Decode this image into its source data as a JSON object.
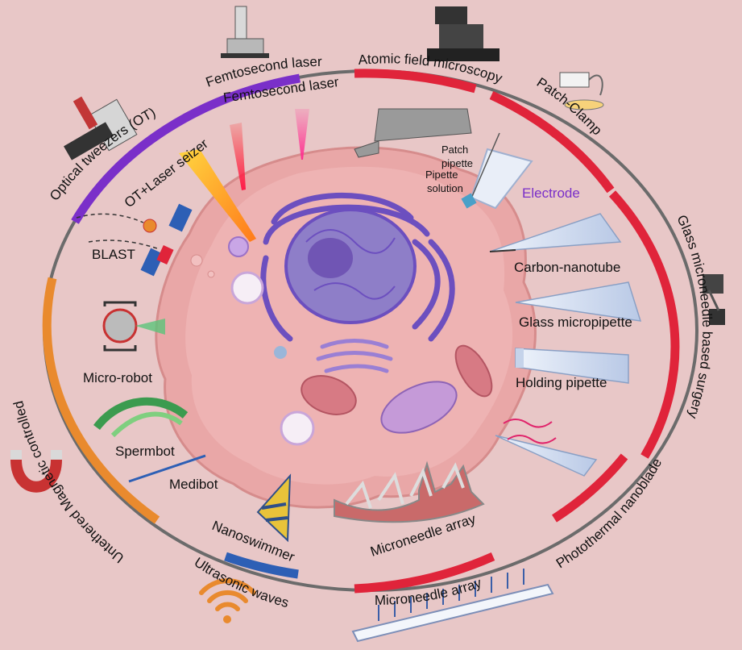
{
  "ring_labels": {
    "optical_tweezers": "Optical tweezers (OT)",
    "femtosecond_outer": "Femtosecond laser",
    "atomic_field": "Atomic field microscopy",
    "patch_clamp": "Patch-Clamp",
    "glass_surgery": "Glass microneedle based surgery",
    "photothermal": "Photothermal nanoblade",
    "microneedle_outer": "Microneedle array",
    "ultrasonic": "Ultrasonic waves",
    "magnetic": "Untethered Magnetic controlled"
  },
  "inner_labels": {
    "femtosecond_inner": "Femtosecond laser",
    "ot_laser": "OT+Laser seizer",
    "blast": "BLAST",
    "micro_robot": "Micro-robot",
    "spermbot": "Spermbot",
    "medibot": "Medibot",
    "nanoswimmer": "Nanoswimmer",
    "microneedle_inner": "Microneedle array",
    "carbon": "Carbon-nanotube",
    "glass_pipette": "Glass micropipette",
    "holding": "Holding pipette",
    "patch_pipette_1": "Patch",
    "patch_pipette_2": "pipette",
    "pipette_solution_1": "Pipette",
    "pipette_solution_2": "solution",
    "electrode": "Electrode"
  },
  "colors": {
    "background": "#e8c7c7",
    "ring": "#6b6b6b",
    "purple": "#7a2fc9",
    "red": "#e0243a",
    "orange": "#e98a2e",
    "blue": "#2d5fb5",
    "cell": "#e9a7a7",
    "nucleus": "#8e7ec8",
    "electrode_text": "#7a2fc9"
  }
}
